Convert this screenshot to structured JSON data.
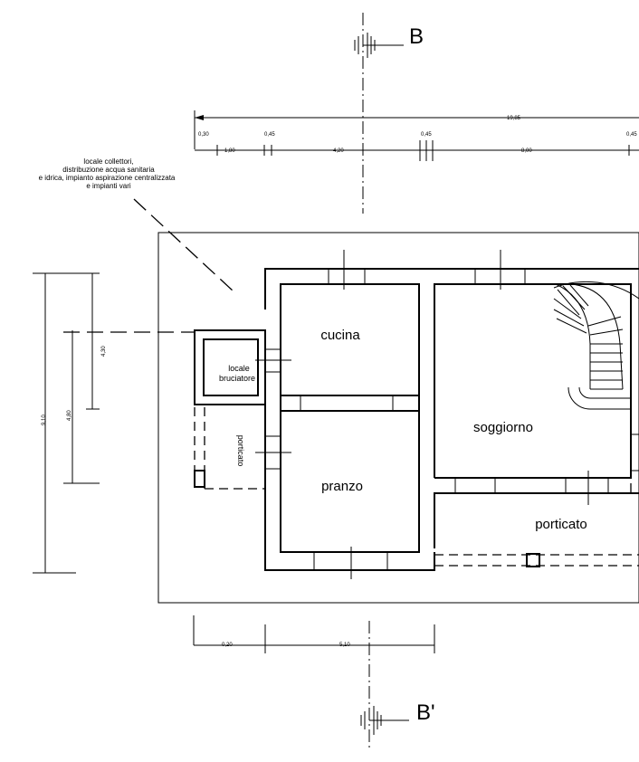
{
  "sections": {
    "top": "B",
    "bottom": "B'"
  },
  "rooms": {
    "cucina": "cucina",
    "soggiorno": "soggiorno",
    "pranzo": "pranzo",
    "porticato_right": "porticato",
    "porticato_left": "porticato",
    "locale_line1": "locale",
    "locale_line2": "bruciatore"
  },
  "note": {
    "line1": "locale collettori,",
    "line2": "distribuzione acqua sanitaria",
    "line3": "e idrica, impianto aspirazione  centralizzata",
    "line4": "e impianti vari"
  },
  "dimensions": {
    "top_total": "19,85",
    "top_a": "0,30",
    "top_b": "0,45",
    "top_c": "0,45",
    "top_d": "0,45",
    "top_e": "1,80",
    "top_f": "4,20",
    "top_g": "8,00",
    "left_outer": "9,10",
    "left_mid": "4,80",
    "left_inner": "4,30",
    "bottom_a": "0,20",
    "bottom_b": "5,10"
  }
}
